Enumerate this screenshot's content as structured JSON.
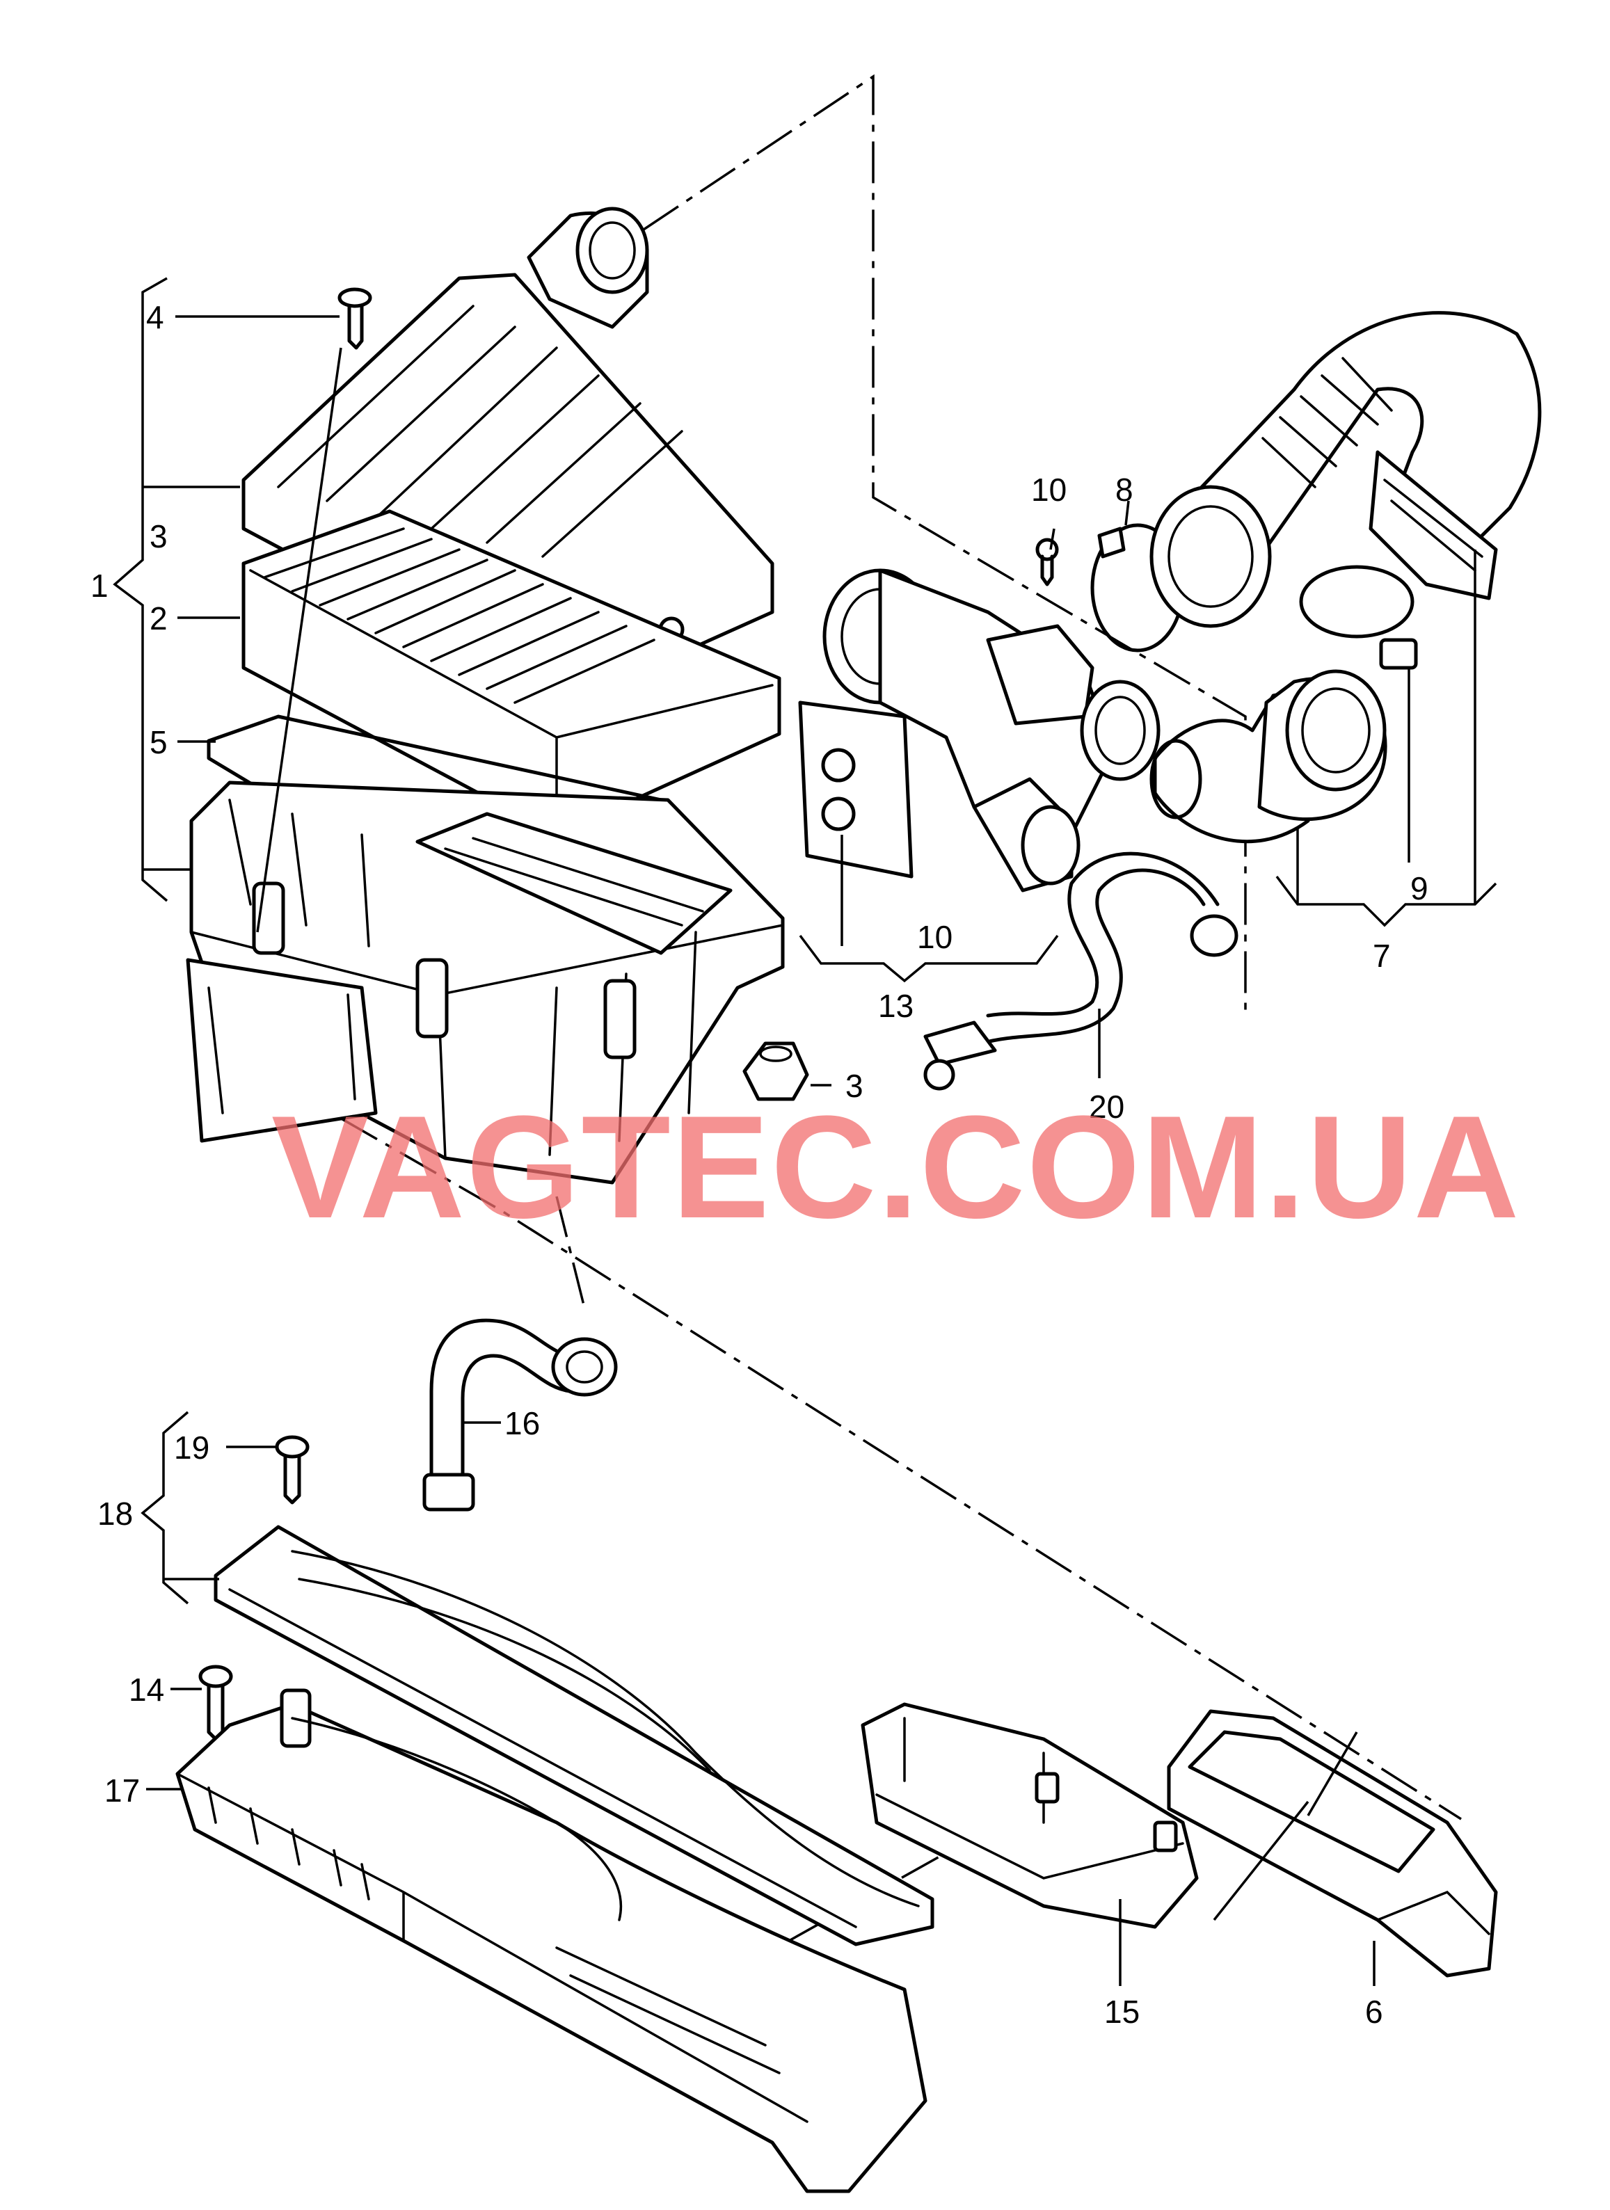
{
  "watermark": "VAGTEC.COM.UA",
  "callouts": {
    "c1": "1",
    "c2": "2",
    "c3a": "3",
    "c3b": "3",
    "c4": "4",
    "c5": "5",
    "c6": "6",
    "c7": "7",
    "c8": "8",
    "c9": "9",
    "c10a": "10",
    "c10b": "10",
    "c13": "13",
    "c14": "14",
    "c15": "15",
    "c16": "16",
    "c17": "17",
    "c18": "18",
    "c19": "19",
    "c20": "20"
  },
  "colors": {
    "line": "#000000",
    "watermark": "#f26d6d",
    "background": "#ffffff"
  }
}
